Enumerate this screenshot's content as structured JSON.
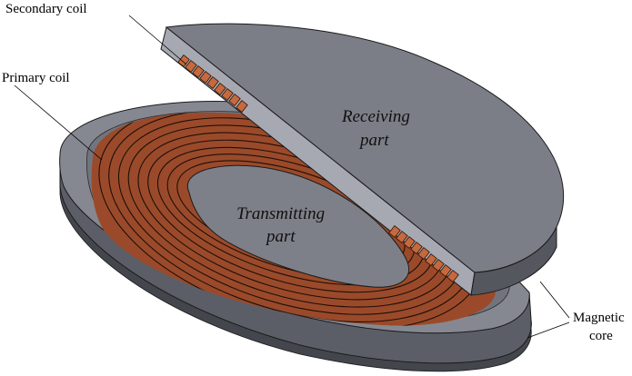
{
  "labels": {
    "secondary_coil": "Secondary coil",
    "primary_coil": "Primary coil",
    "magnetic_core_line1": "Magnetic",
    "magnetic_core_line2": "core",
    "receiving_line1": "Receiving",
    "receiving_line2": "part",
    "transmitting_line1": "Transmitting",
    "transmitting_line2": "part"
  },
  "colors": {
    "core_face": "#7e8089",
    "core_top_light": "#8a8c95",
    "core_side": "#595b64",
    "core_side_dark": "#40424a",
    "coil_copper": "#9a4a2a",
    "coil_copper_light": "#b86a45",
    "coil_line": "#1e0f08",
    "outline": "#1a1a1a"
  }
}
